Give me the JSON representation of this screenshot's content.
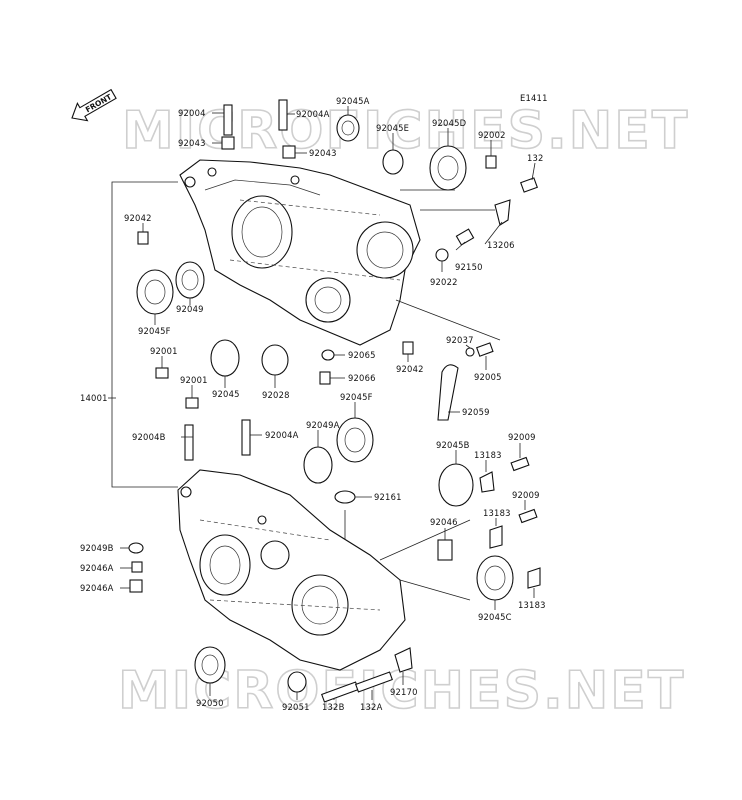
{
  "diagram_code": "E1411",
  "front_label": "FRONT",
  "watermark": "MICROFICHES.NET",
  "labels": {
    "p92004_top": "92004",
    "p92004A_top": "92004A",
    "p92045A": "92045A",
    "p92043_l": "92043",
    "p92043_r": "92043",
    "p92045E": "92045E",
    "p92045D": "92045D",
    "p92002": "92002",
    "p132_top": "132",
    "p92042_l": "92042",
    "p13206": "13206",
    "p92150": "92150",
    "p92022": "92022",
    "p92049": "92049",
    "p92045F_l": "92045F",
    "p92001_a": "92001",
    "p92001_b": "92001",
    "p92045": "92045",
    "p92028": "92028",
    "p92065": "92065",
    "p92066": "92066",
    "p92042_r": "92042",
    "p92037": "92037",
    "p92005": "92005",
    "p14001": "14001",
    "p92059": "92059",
    "p92004B": "92004B",
    "p92004A_mid": "92004A",
    "p92049A": "92049A",
    "p92045F_r": "92045F",
    "p92045B": "92045B",
    "p13183_a": "13183",
    "p92009_a": "92009",
    "p92161": "92161",
    "p92009_b": "92009",
    "p13183_b": "13183",
    "p92049B": "92049B",
    "p92046A_a": "92046A",
    "p92046A_b": "92046A",
    "p92046": "92046",
    "p92045C": "92045C",
    "p13183_c": "13183",
    "p92050": "92050",
    "p92051": "92051",
    "p132B": "132B",
    "p132A": "132A",
    "p92170": "92170"
  }
}
